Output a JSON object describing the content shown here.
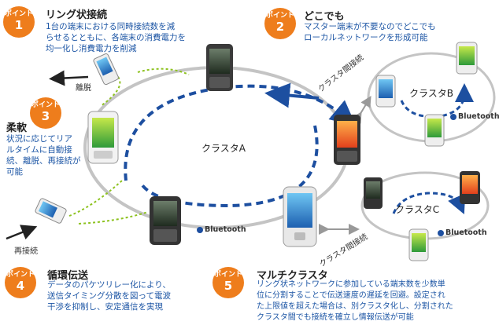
{
  "points": [
    {
      "badge": "ポイント",
      "num": "1",
      "title": "リング状接続",
      "desc": [
        "1台の端末における同時接続数を減",
        "らせるとともに、各端末の消費電力を",
        "均一化し消費電力を削減"
      ]
    },
    {
      "badge": "ポイント",
      "num": "2",
      "title": "どこでも",
      "desc": [
        "マスター端末が不要なのでどこでも",
        "ローカルネットワークを形成可能"
      ]
    },
    {
      "badge": "ポイント",
      "num": "3",
      "title": "柔軟",
      "desc": [
        "状況に応じてリア",
        "ルタイムに自動接",
        "続、離脱、再接続が",
        "可能"
      ]
    },
    {
      "badge": "ポイント",
      "num": "4",
      "title": "循環伝送",
      "desc": [
        "データのパケツリレー化により、",
        "送信タイミング分散を図って電波",
        "干渉を抑制し、安定通信を実現"
      ]
    },
    {
      "badge": "ポイント",
      "num": "5",
      "title": "マルチクラスタ",
      "desc": [
        "リング状ネットワークに参加している端末数を少数単",
        "位に分割することで伝送速度の遅延を回避。設定され",
        "た上限値を超えた場合は、別クラスタ化し、分割された",
        "クラスタ間でも接続を確立し情報伝送が可能"
      ]
    }
  ],
  "labels": {
    "cluster_a": "クラスタA",
    "cluster_b": "クラスタB",
    "cluster_c": "クラスタC",
    "detach": "離脱",
    "reconnect": "再接続",
    "inter1": "クラスタ間接続",
    "inter2": "クラスタ間接続",
    "bt": "Bluetooth"
  },
  "colors": {
    "accent": "#ee7d1c",
    "text_blue": "#1d56a5",
    "ring": "#bfbfbf",
    "arrow": "#1d4fa0",
    "dotted": "#8dc21f"
  }
}
